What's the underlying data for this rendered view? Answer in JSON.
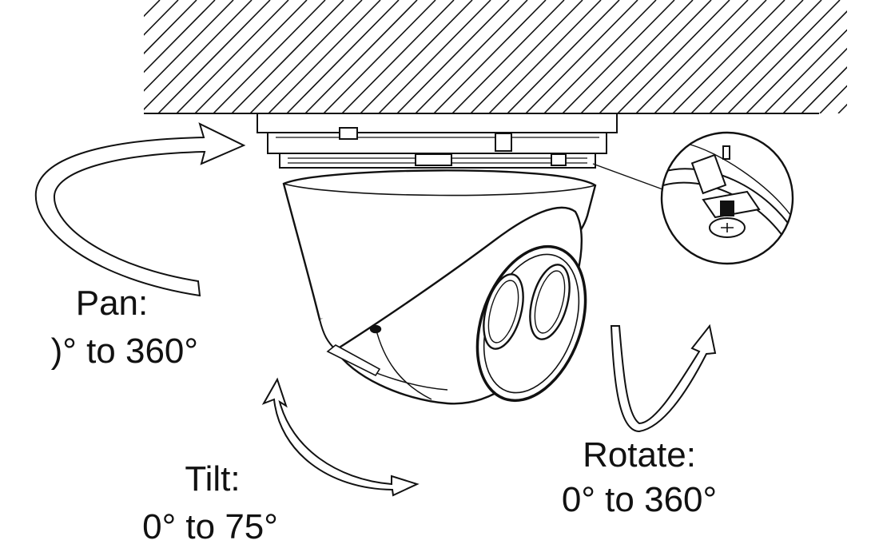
{
  "labels": {
    "pan_title": "Pan:",
    "pan_range": ")° to 360°",
    "tilt_title": "Tilt:",
    "tilt_range": "0° to 75°",
    "rotate_title": "Rotate:",
    "rotate_range": "0° to 360°"
  },
  "colors": {
    "line": "#111111",
    "background": "#ffffff"
  }
}
